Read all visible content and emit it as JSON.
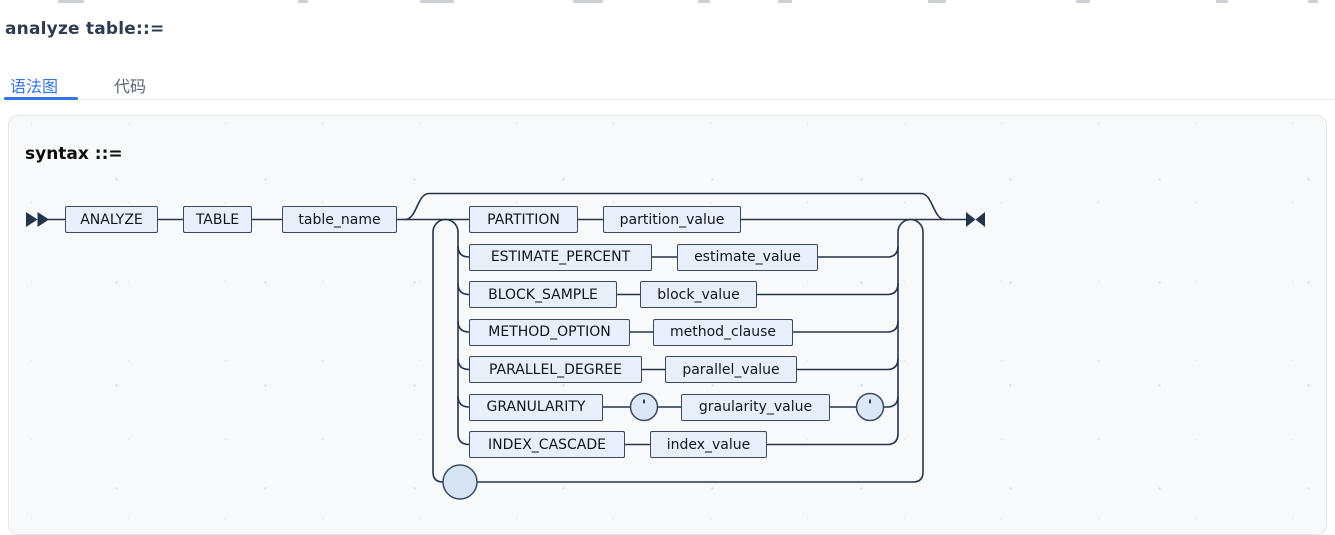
{
  "page": {
    "heading": "analyze table::=",
    "tabs": [
      {
        "label": "语法图",
        "active": true
      },
      {
        "label": "代码",
        "active": false
      }
    ],
    "accent_color": "#3273e8"
  },
  "diagram": {
    "title": "syntax ::=",
    "line_color": "#24344a",
    "box_fill": "#e9effa",
    "circle_fill": "#d6e3f3",
    "start": {
      "analyze": "ANALYZE",
      "table": "TABLE",
      "table_name": "table_name"
    },
    "quote": "'",
    "options": [
      {
        "keyword": "PARTITION",
        "value": "partition_value"
      },
      {
        "keyword": "ESTIMATE_PERCENT",
        "value": "estimate_value"
      },
      {
        "keyword": "BLOCK_SAMPLE",
        "value": "block_value"
      },
      {
        "keyword": "METHOD_OPTION",
        "value": "method_clause"
      },
      {
        "keyword": "PARALLEL_DEGREE",
        "value": "parallel_value"
      },
      {
        "keyword": "GRANULARITY",
        "value": "graularity_value"
      },
      {
        "keyword": "INDEX_CASCADE",
        "value": "index_value"
      }
    ]
  }
}
